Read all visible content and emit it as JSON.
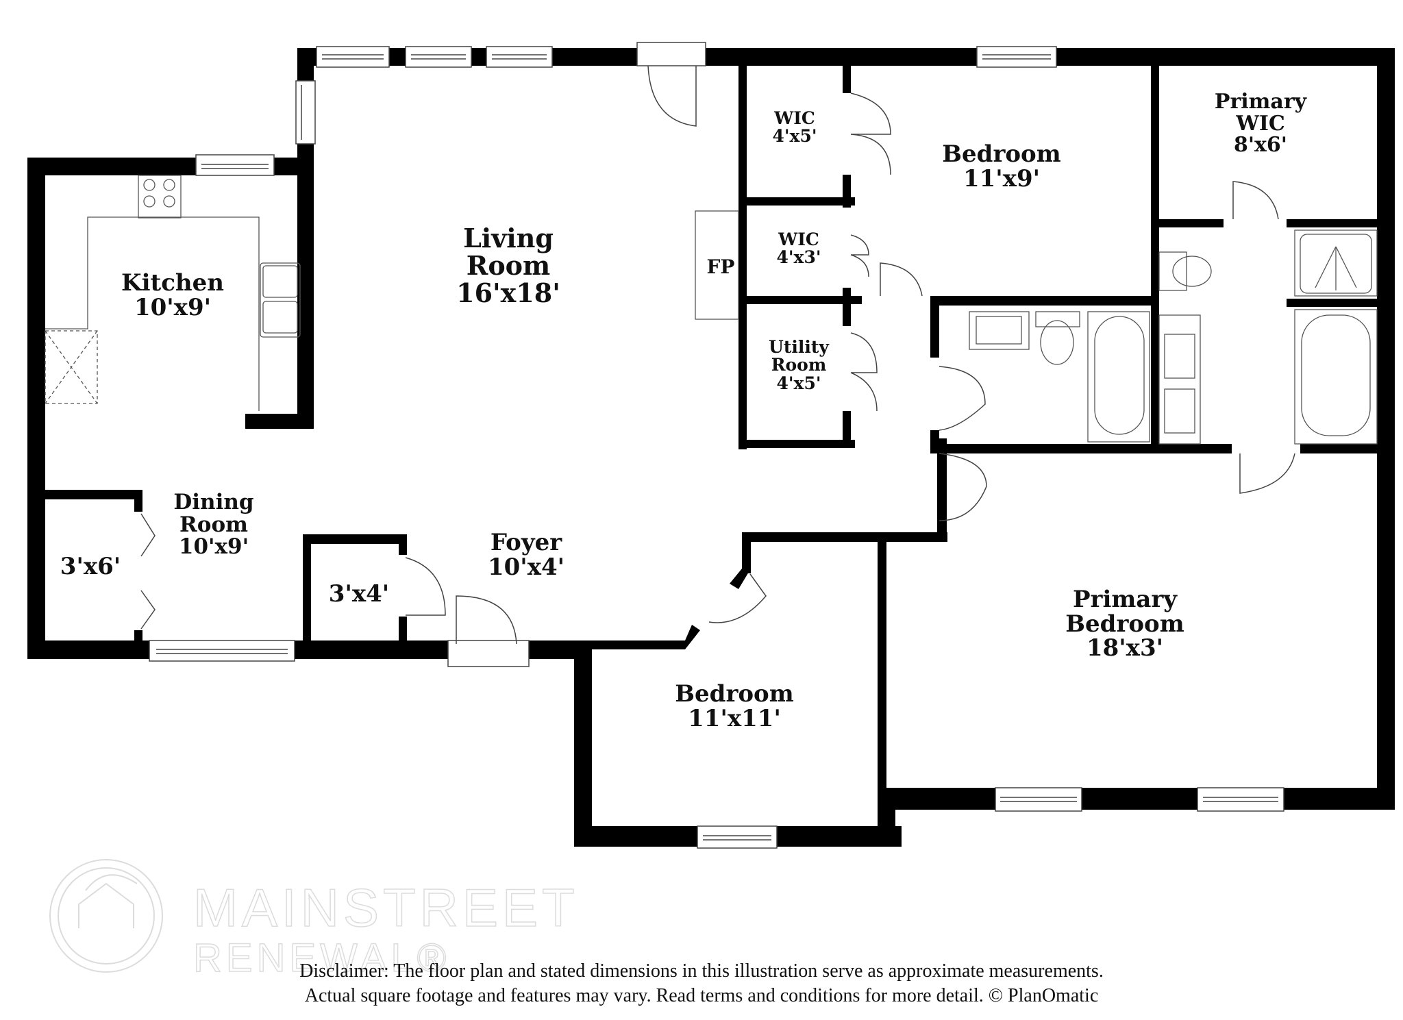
{
  "rooms": {
    "living_room": {
      "name_line1": "Living",
      "name_line2": "Room",
      "dims": "16'x18'"
    },
    "kitchen": {
      "name": "Kitchen",
      "dims": "10'x9'"
    },
    "dining_room": {
      "name_line1": "Dining",
      "name_line2": "Room",
      "dims": "10'x9'"
    },
    "dining_closet": {
      "dims": "3'x6'"
    },
    "foyer": {
      "name": "Foyer",
      "dims": "10'x4'"
    },
    "foyer_closet": {
      "dims": "3'x4'"
    },
    "fireplace": {
      "name": "FP"
    },
    "wic_1": {
      "name": "WIC",
      "dims": "4'x5'"
    },
    "wic_2": {
      "name": "WIC",
      "dims": "4'x3'"
    },
    "utility_room": {
      "name_line1": "Utility",
      "name_line2": "Room",
      "dims": "4'x5'"
    },
    "bedroom_top": {
      "name": "Bedroom",
      "dims": "11'x9'"
    },
    "primary_wic": {
      "name_line1": "Primary",
      "name_line2": "WIC",
      "dims": "8'x6'"
    },
    "bedroom_bottom": {
      "name": "Bedroom",
      "dims": "11'x11'"
    },
    "primary_bedroom": {
      "name_line1": "Primary",
      "name_line2": "Bedroom",
      "dims": "18'x3'"
    }
  },
  "watermark": {
    "line1": "MAINSTREET",
    "line2": "RENEWAL",
    "reg": "®"
  },
  "disclaimer": {
    "line1": "Disclaimer: The floor plan and stated dimensions in this illustration serve as approximate measurements.",
    "line2": "Actual square footage and features may vary. Read terms and conditions for more detail. © PlanOmatic"
  },
  "colors": {
    "wall": "#000000",
    "background": "#ffffff",
    "fixture_line": "#555555",
    "watermark": "#d8d8d8"
  }
}
